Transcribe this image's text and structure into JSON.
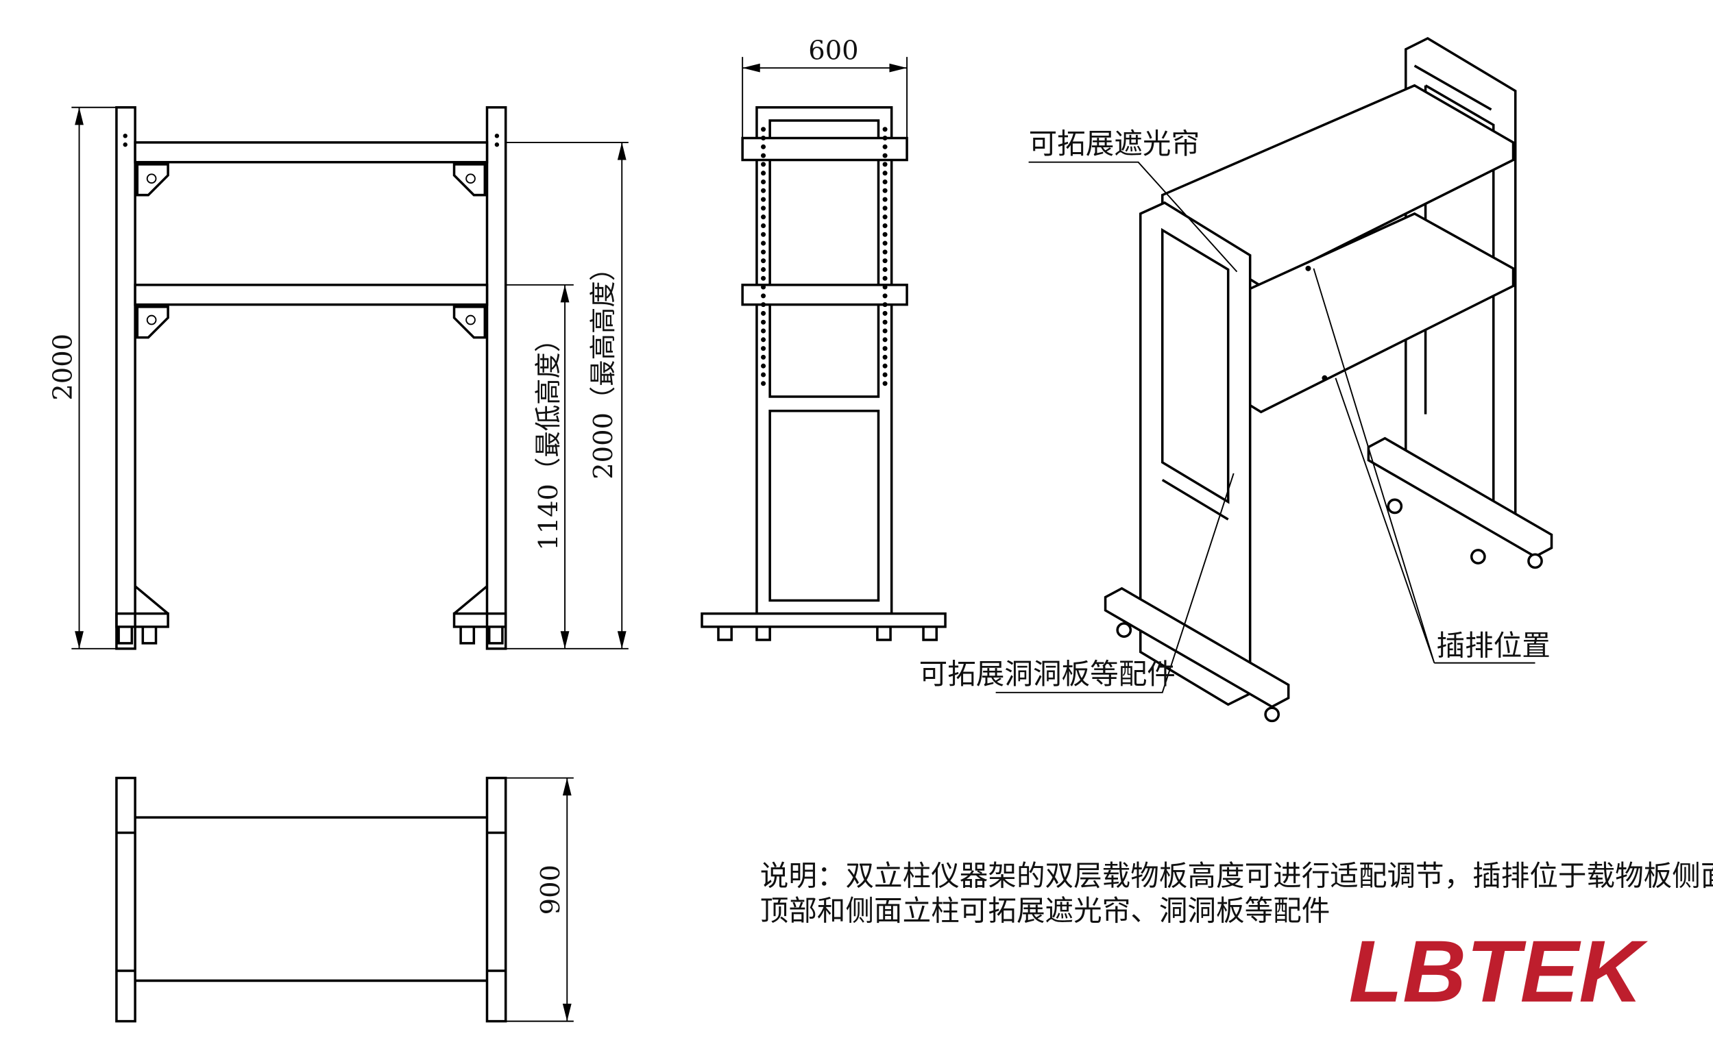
{
  "dimensions": {
    "front_total_height": "2000",
    "min_height": "1140（最低高度）",
    "max_height": "2000（最高高度）",
    "side_width": "600",
    "top_depth": "900"
  },
  "callouts": {
    "shade_curtain": "可拓展遮光帘",
    "pegboard": "可拓展洞洞板等配件",
    "power_strip": "插排位置"
  },
  "description": {
    "line1": "说明：双立柱仪器架的双层载物板高度可进行适配调节，插排位于载物板侧面，",
    "line2": "顶部和侧面立柱可拓展遮光帘、洞洞板等配件"
  },
  "logo": {
    "text": "LBTEK",
    "color": "#be1e2d"
  }
}
